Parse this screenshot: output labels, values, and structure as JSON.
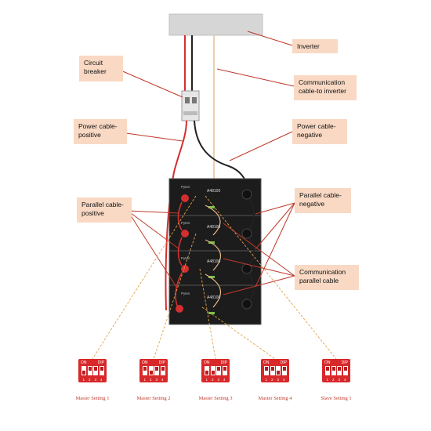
{
  "callouts": {
    "inverter": "Inverter",
    "circuit_breaker": "Circuit\nbreaker",
    "comm_cable_inverter": "Communication\ncable-to inverter",
    "power_positive": "Power cable-\npositive",
    "power_negative": "Power cable-\nnegative",
    "parallel_positive": "Parallel cable-\npositive",
    "parallel_negative": "Parallel cable-\nnegative",
    "comm_parallel": "Communication\nparallel cable"
  },
  "battery": {
    "model": "A48100",
    "brand": "Pytes",
    "module_count": 4
  },
  "dip_switches": [
    {
      "caption": "Master Setting 1",
      "on_label": "ON",
      "dip_label": "DIP",
      "positions": [
        "1",
        "2",
        "3",
        "4"
      ],
      "states": [
        1,
        0,
        0,
        0
      ]
    },
    {
      "caption": "Master Setting 2",
      "on_label": "ON",
      "dip_label": "DIP",
      "positions": [
        "1",
        "2",
        "3",
        "4"
      ],
      "states": [
        0,
        1,
        0,
        0
      ]
    },
    {
      "caption": "Master Setting 3",
      "on_label": "ON",
      "dip_label": "DIP",
      "positions": [
        "1",
        "2",
        "3",
        "4"
      ],
      "states": [
        1,
        1,
        0,
        0
      ]
    },
    {
      "caption": "Master Setting 4",
      "on_label": "ON",
      "dip_label": "DIP",
      "positions": [
        "1",
        "2",
        "3",
        "4"
      ],
      "states": [
        0,
        0,
        1,
        0
      ]
    },
    {
      "caption": "Slave Setting 1",
      "on_label": "ON",
      "dip_label": "DIP",
      "positions": [
        "1",
        "2",
        "3",
        "4"
      ],
      "states": [
        0,
        0,
        0,
        0
      ]
    }
  ],
  "colors": {
    "callout_bg": "#f9d9c4",
    "leader_line": "#c0392b",
    "dip_red": "#d8282a",
    "positive_cable": "#d32f2f",
    "negative_cable": "#222222",
    "comm_cable": "#e7b98a",
    "battery_body": "#1c1c1c"
  }
}
